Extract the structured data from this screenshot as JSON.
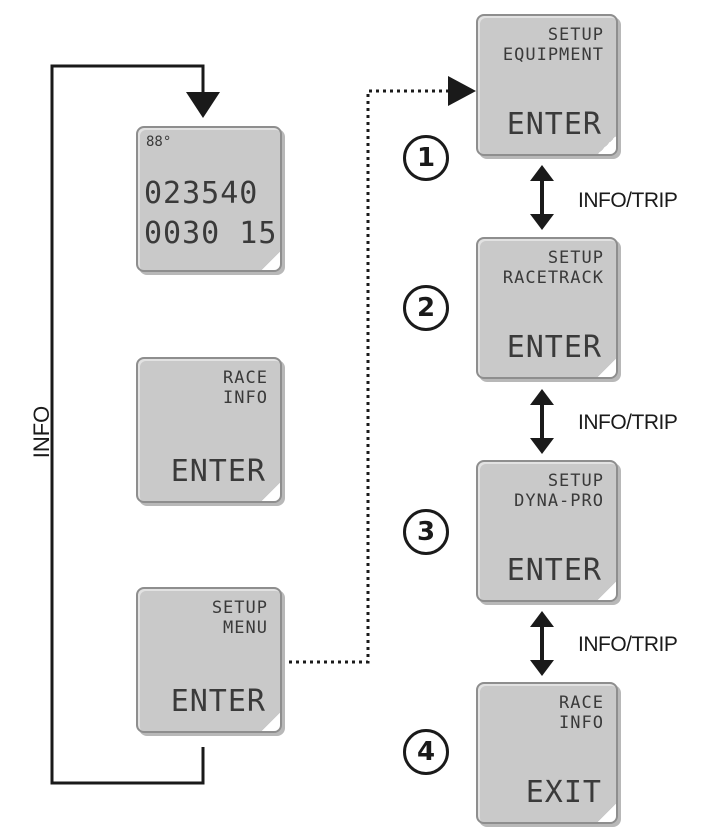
{
  "loop_label": "INFO",
  "main_screens": [
    {
      "temp": "88°",
      "odometer": "023540",
      "timer": "0030 15"
    },
    {
      "line1": "RACE",
      "line2": "INFO",
      "button": "ENTER"
    },
    {
      "line1": "SETUP",
      "line2": "MENU",
      "button": "ENTER"
    }
  ],
  "setup_screens": [
    {
      "number": "1",
      "line1": "SETUP",
      "line2": "EQUIPMENT",
      "button": "ENTER"
    },
    {
      "number": "2",
      "line1": "SETUP",
      "line2": "RACETRACK",
      "button": "ENTER"
    },
    {
      "number": "3",
      "line1": "SETUP",
      "line2": "DYNA-PRO",
      "button": "ENTER"
    },
    {
      "number": "4",
      "line1": "RACE",
      "line2": "INFO",
      "button": "EXIT"
    }
  ],
  "nav_labels": [
    "INFO/TRIP",
    "INFO/TRIP",
    "INFO/TRIP"
  ]
}
